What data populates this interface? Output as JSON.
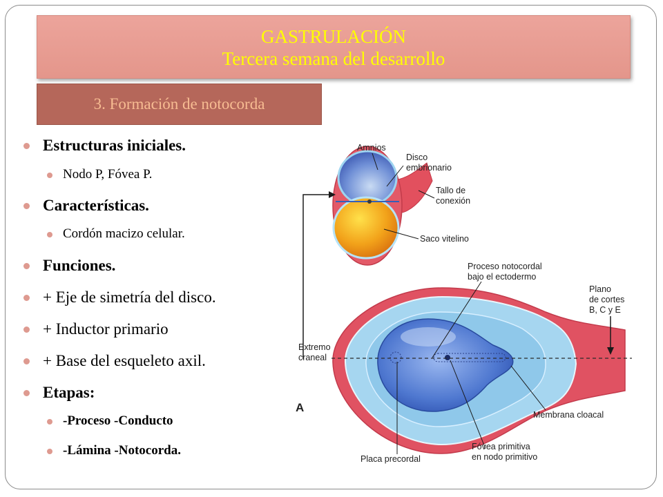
{
  "header": {
    "title_line1": "GASTRULACIÓN",
    "title_line2": "Tercera semana del desarrollo",
    "subtitle": "3. Formación de notocorda"
  },
  "bullets": [
    {
      "text": "Estructuras iniciales.",
      "level": 1,
      "bold": true
    },
    {
      "text": "Nodo P, Fóvea P.",
      "level": 2,
      "bold": false
    },
    {
      "text": "Características.",
      "level": 1,
      "bold": true
    },
    {
      "text": "Cordón macizo celular.",
      "level": 2,
      "bold": false
    },
    {
      "text": "Funciones.",
      "level": 1,
      "bold": true
    },
    {
      "text": "+ Eje de simetría del disco.",
      "level": 1,
      "bold": false
    },
    {
      "text": "+ Inductor primario",
      "level": 1,
      "bold": false
    },
    {
      "text": "+ Base del esqueleto axil.",
      "level": 1,
      "bold": false
    },
    {
      "text": "Etapas:",
      "level": 1,
      "bold": true
    },
    {
      "text": "-Proceso -Conducto",
      "level": 2,
      "bold": true
    },
    {
      "text": "-Lámina -Notocorda.",
      "level": 2,
      "bold": true
    }
  ],
  "figure": {
    "labels": {
      "amnios": "Amnios",
      "disco_1": "Disco",
      "disco_2": "embrionario",
      "tallo_1": "Tallo de",
      "tallo_2": "conexión",
      "saco": "Saco vitelino",
      "proceso_1": "Proceso notocordal",
      "proceso_2": "bajo el ectodermo",
      "plano_1": "Plano",
      "plano_2": "de cortes",
      "plano_3": "B, C y E",
      "extremo_1": "Extremo",
      "extremo_2": "craneal",
      "letter": "A",
      "membrana": "Membrana cloacal",
      "placa": "Placa precordal",
      "fovea_1": "Fóvea primitiva",
      "fovea_2": "en nodo primitivo"
    },
    "colors": {
      "ectoderm_pink": "#e25a6a",
      "light_blue": "#9fd0ee",
      "dark_blue": "#3a6fc8",
      "yolk_orange": "#f2a21a"
    }
  }
}
